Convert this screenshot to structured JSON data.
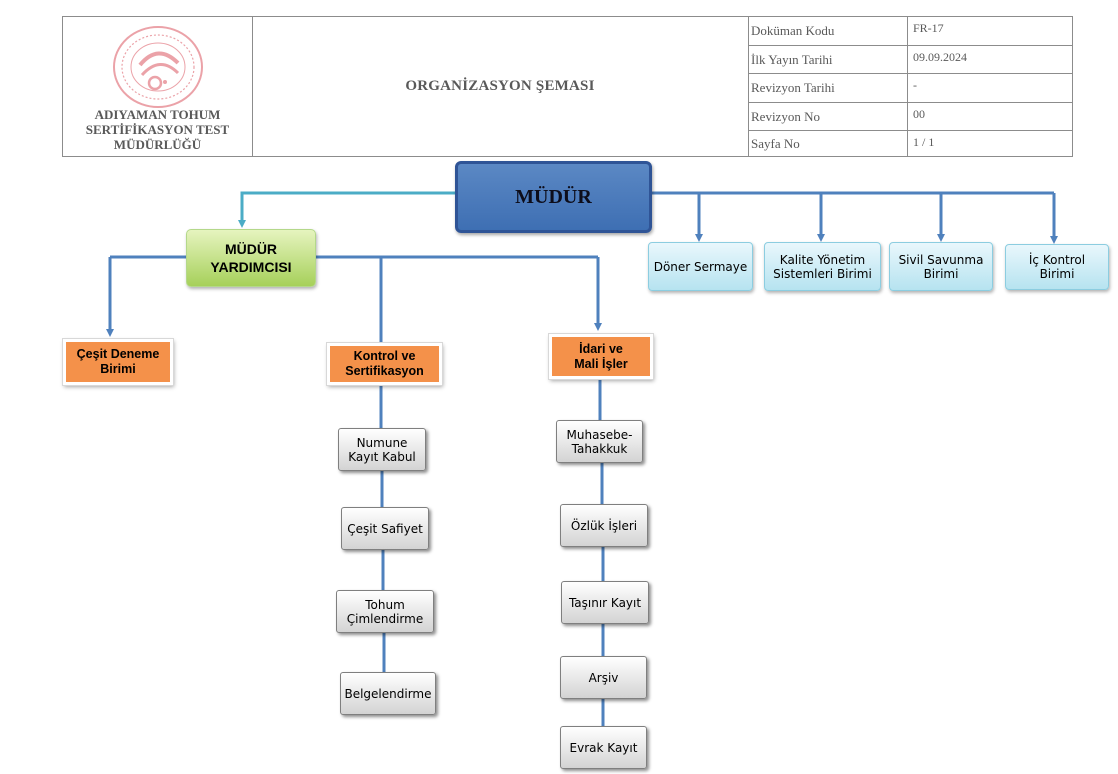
{
  "header": {
    "org_name": "ADIYAMAN TOHUM SERTİFİKASYON TEST MÜDÜRLÜĞÜ",
    "title": "ORGANİZASYON ŞEMASI",
    "meta": [
      {
        "label": "Doküman Kodu",
        "value": "FR-17"
      },
      {
        "label": "İlk Yayın Tarihi",
        "value": "09.09.2024"
      },
      {
        "label": "Revizyon Tarihi",
        "value": "-"
      },
      {
        "label": "Revizyon No",
        "value": "00"
      },
      {
        "label": "Sayfa No",
        "value": "1 / 1"
      }
    ],
    "logo_icon": "ministry-seal-icon"
  },
  "chart": {
    "director": "MÜDÜR",
    "deputy": "MÜDÜR YARDIMCISI",
    "director_units": [
      "Döner Sermaye",
      "Kalite Yönetim Sistemleri Birimi",
      "Sivil Savunma Birimi",
      "İç Kontrol Birimi"
    ],
    "deputy_units": [
      "Çeşit Deneme Birimi",
      "Kontrol ve Sertifikasyon",
      "İdari ve Mali İşler"
    ],
    "kontrol_subunits": [
      "Numune Kayıt Kabul",
      "Çeşit Safiyet",
      "Tohum Çimlendirme",
      "Belgelendirme"
    ],
    "idari_subunits": [
      "Muhasebe-Tahakkuk",
      "Özlük İşleri",
      "Taşınır Kayıt",
      "Arşiv",
      "Evrak Kayıt"
    ]
  },
  "colors": {
    "director_fill": "#4f81bd",
    "deputy_fill": "#a6d05a",
    "unit_fill": "#b6e3f0",
    "department_fill": "#f4914a",
    "subunit_fill": "#d3d3d3",
    "connector": "#4f81bd",
    "seal": "#e8a0a6"
  }
}
